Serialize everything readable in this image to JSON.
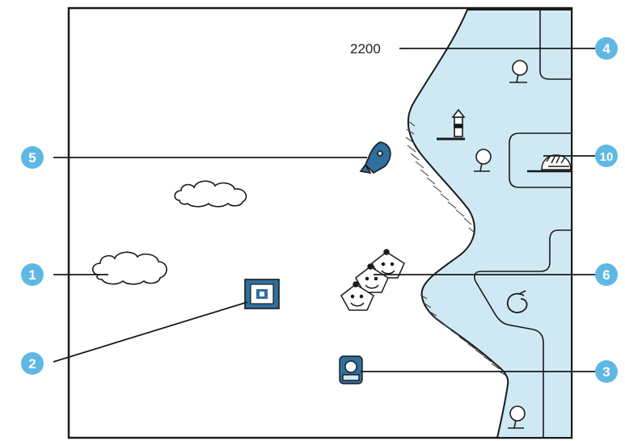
{
  "hud": {
    "score": "2200"
  },
  "callouts": {
    "c1": "1",
    "c2": "2",
    "c3": "3",
    "c4": "4",
    "c5": "5",
    "c6": "6",
    "c10": "10"
  },
  "colors": {
    "sea": "#cfe9f4",
    "callout": "#5fb8e3",
    "line": "#1a1a1a",
    "sprite": "#2f6f9e"
  },
  "icons": [
    "cloud-icon",
    "ground-target-icon",
    "ground-turret-icon",
    "fighter-ship-icon",
    "enemy-face-icon",
    "tree-icon",
    "lighthouse-icon",
    "swirl-icon",
    "dome-bunker-icon"
  ]
}
